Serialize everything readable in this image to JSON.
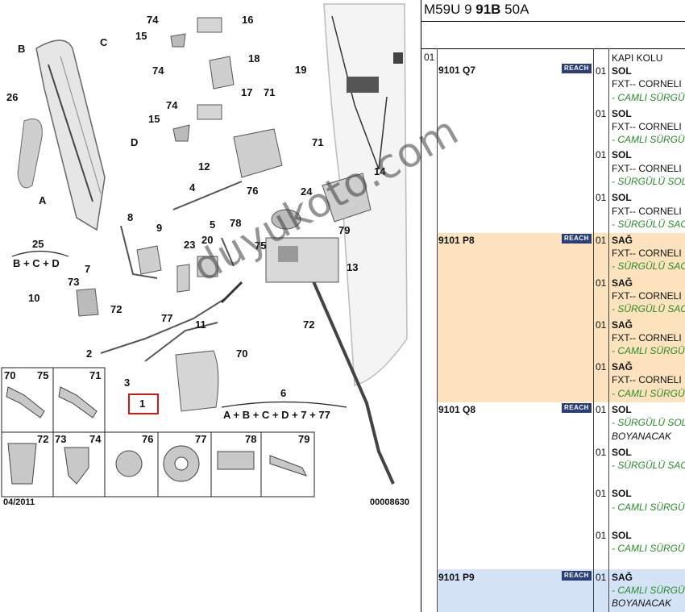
{
  "diagram": {
    "callouts": [
      "74",
      "16",
      "15",
      "B",
      "C",
      "74",
      "18",
      "19",
      "26",
      "74",
      "17",
      "71",
      "15",
      "D",
      "12",
      "71",
      "14",
      "A",
      "4",
      "76",
      "24",
      "8",
      "9",
      "5",
      "78",
      "79",
      "25",
      "B + C + D",
      "23",
      "20",
      "75",
      "7",
      "13",
      "73",
      "10",
      "72",
      "77",
      "11",
      "72",
      "2",
      "70",
      "3",
      "1",
      "6",
      "A + B + C + D + 7 + 77"
    ],
    "fasteners": [
      "70",
      "75",
      "71",
      "72",
      "73",
      "74",
      "76",
      "77",
      "78",
      "79"
    ],
    "date_code": "04/2011",
    "figure_no": "00008630",
    "watermark": "duyukoto.com",
    "highlight_color": "#d21818"
  },
  "header": {
    "code_prefix": "M59U 9 ",
    "code_bold": "91B",
    "code_suffix": " 50A"
  },
  "table": {
    "level_label": "01",
    "group_title": "KAPI KOLU",
    "reach_badge": "REACH",
    "colors": {
      "orange_row": "#fce3bd",
      "blue_row": "#d5e3f7",
      "reach": "#2a3f7a",
      "green_text": "#2a8a2a"
    },
    "rows": [
      {
        "ref": "9101 Q7",
        "entries": [
          {
            "qty": "01",
            "side": "SOL",
            "fxt": "FXT-- CORNELI",
            "note": "- CAMLI SÜRGÜ"
          },
          {
            "qty": "01",
            "side": "SOL",
            "fxt": "FXT-- CORNELI",
            "note": "- CAMLI SÜRGÜ"
          },
          {
            "qty": "01",
            "side": "SOL",
            "fxt": "FXT-- CORNELI",
            "note": "- SÜRGÜLÜ SOL"
          },
          {
            "qty": "01",
            "side": "SOL",
            "fxt": "FXT-- CORNELI",
            "note": "- SÜRGÜLÜ SAC"
          }
        ]
      },
      {
        "ref": "9101 P8",
        "entries": [
          {
            "qty": "01",
            "side": "SAĞ",
            "fxt": "FXT-- CORNELI",
            "note": "- SÜRGÜLÜ SAC"
          },
          {
            "qty": "01",
            "side": "SAĞ",
            "fxt": "FXT-- CORNELI",
            "note": "- SÜRGÜLÜ SAC"
          },
          {
            "qty": "01",
            "side": "SAĞ",
            "fxt": "FXT-- CORNELI",
            "note": "- CAMLI SÜRGÜ"
          },
          {
            "qty": "01",
            "side": "SAĞ",
            "fxt": "FXT-- CORNELI",
            "note": "- CAMLI SÜRGÜ"
          }
        ]
      },
      {
        "ref": "9101 Q8",
        "entries": [
          {
            "qty": "01",
            "side": "SOL",
            "note": "- SÜRGÜLÜ SOL",
            "extra": "BOYANACAK"
          },
          {
            "qty": "01",
            "side": "SOL",
            "note": "- SÜRGÜLÜ SAC"
          },
          {
            "qty": "01",
            "side": "SOL",
            "note": "- CAMLI SÜRGÜ"
          },
          {
            "qty": "01",
            "side": "SOL",
            "note": "- CAMLI SÜRGÜ"
          }
        ]
      },
      {
        "ref": "9101 P9",
        "entries": [
          {
            "qty": "01",
            "side": "SAĞ",
            "note": "- CAMLI SÜRGÜ",
            "extra": "BOYANACAK"
          }
        ]
      }
    ]
  }
}
